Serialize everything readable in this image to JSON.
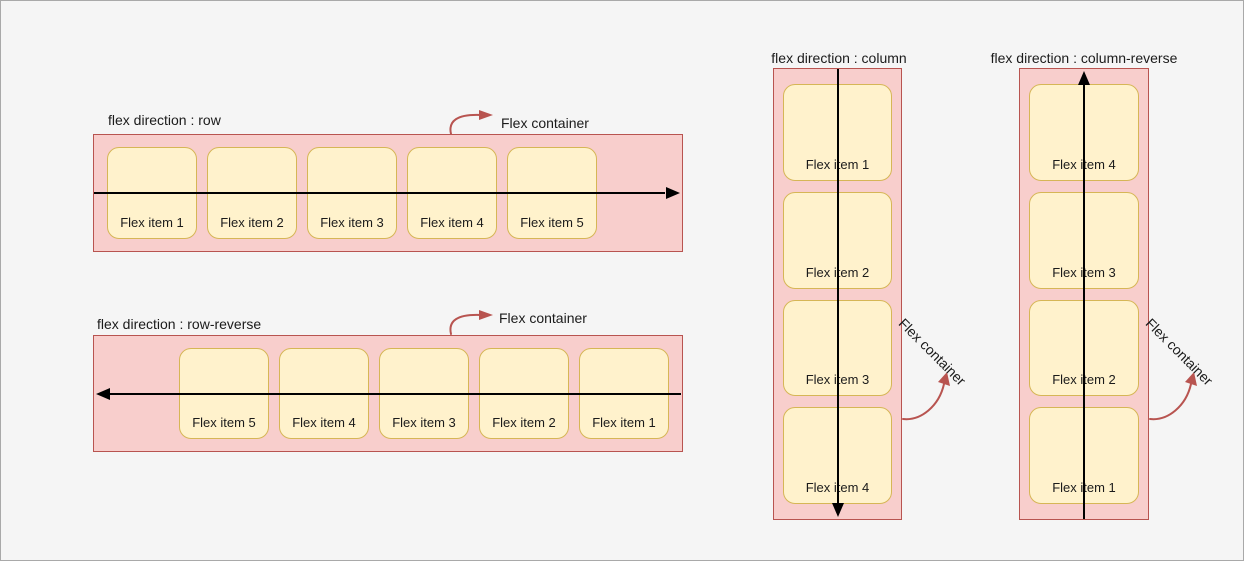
{
  "colors": {
    "canvas_background": "#f5f5f5",
    "container_fill": "#f8cecc",
    "container_border": "#b85450",
    "item_fill": "#fff2cc",
    "item_border": "#d6b656",
    "callout_arrow": "#b85450",
    "axis_arrow": "#000000"
  },
  "sections": {
    "row": {
      "title": "flex direction : row",
      "callout": "Flex container",
      "items": [
        "Flex item 1",
        "Flex item 2",
        "Flex item 3",
        "Flex item 4",
        "Flex item 5"
      ]
    },
    "row_reverse": {
      "title": "flex direction : row-reverse",
      "callout": "Flex container",
      "items": [
        "Flex item 1",
        "Flex item 2",
        "Flex item 3",
        "Flex item 4",
        "Flex item 5"
      ]
    },
    "column": {
      "title": "flex direction : column",
      "callout": "Flex container",
      "items": [
        "Flex item 1",
        "Flex item 2",
        "Flex item 3",
        "Flex item 4"
      ]
    },
    "column_reverse": {
      "title": "flex direction : column-reverse",
      "callout": "Flex container",
      "items": [
        "Flex item 1",
        "Flex item 2",
        "Flex item 3",
        "Flex item 4"
      ]
    }
  }
}
